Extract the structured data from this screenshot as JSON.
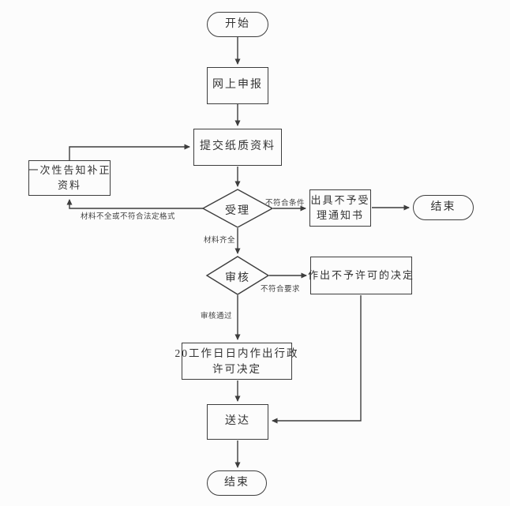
{
  "diagram": {
    "title": "administrative-license-approval-flowchart",
    "colors": {
      "background": "#fcfcfc",
      "line": "#3d3d3d",
      "text": "#333333"
    },
    "nodes": {
      "start": {
        "shape": "terminator",
        "label": "开始"
      },
      "online": {
        "shape": "process",
        "label": "网上申报"
      },
      "paper": {
        "shape": "process",
        "label": "提交纸质资料"
      },
      "accept": {
        "shape": "decision",
        "label": "受理"
      },
      "notify": {
        "shape": "process",
        "line1": "一次性告知补正",
        "line2": "资料"
      },
      "issue": {
        "shape": "process",
        "line1": "出具不予受",
        "line2": "理通知书"
      },
      "end_right": {
        "shape": "terminator",
        "label": "结束"
      },
      "review": {
        "shape": "decision",
        "label": "审核"
      },
      "deny": {
        "shape": "process",
        "label": "作出不予许可的决定"
      },
      "decision": {
        "shape": "process",
        "line1": "20工作日日内作出行政",
        "line2": "许可决定"
      },
      "deliver": {
        "shape": "process",
        "label": "送达"
      },
      "end_bottom": {
        "shape": "terminator",
        "label": "结束"
      }
    },
    "edge_labels": {
      "not_meet_condition": "不符合条件",
      "incomplete_material": "材料不全或不符合法定格式",
      "material_complete": "材料齐全",
      "not_meet_requirement": "不符合要求",
      "review_passed": "审核通过"
    }
  }
}
